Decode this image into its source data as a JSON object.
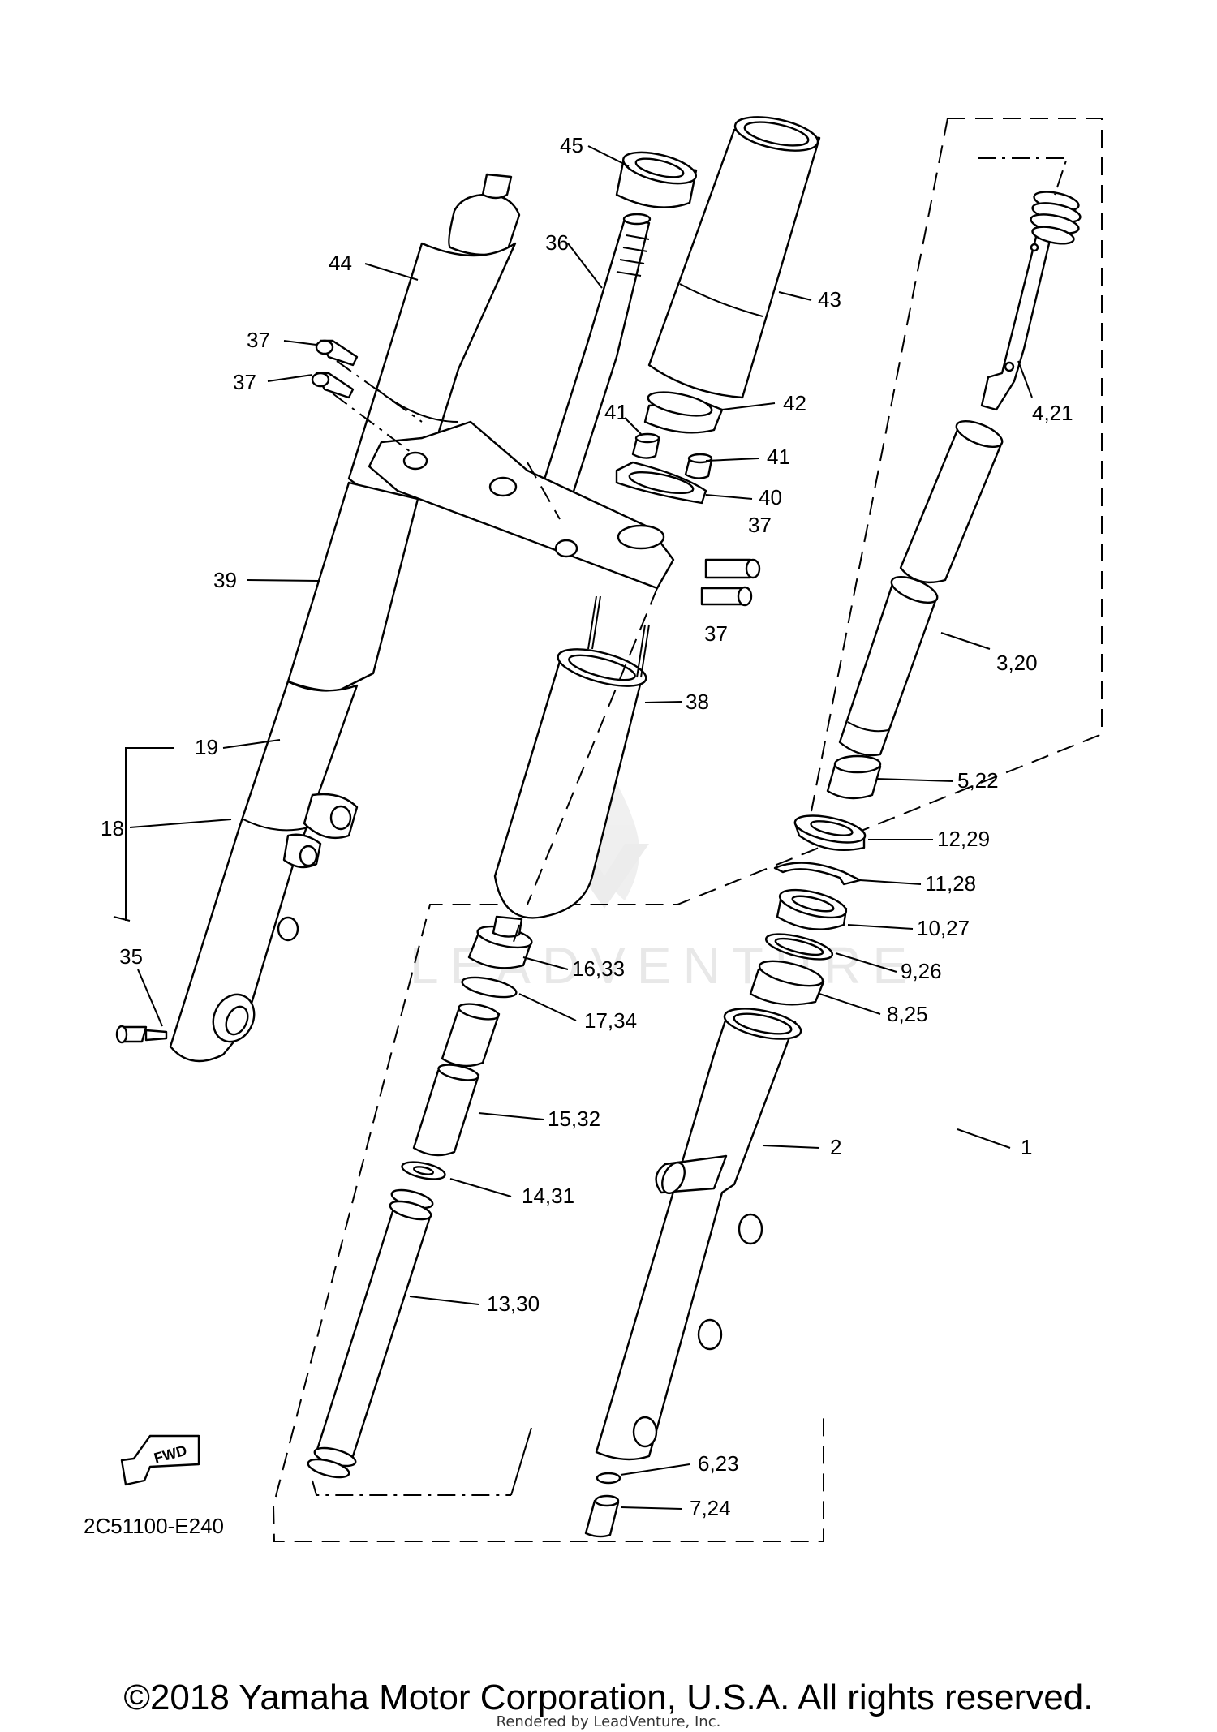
{
  "diagram": {
    "code": "2C51100-E240",
    "fwd_label": "FWD",
    "watermark": "LEADVENTURE",
    "callouts": [
      {
        "id": "c45",
        "text": "45"
      },
      {
        "id": "c44",
        "text": "44"
      },
      {
        "id": "c36",
        "text": "36"
      },
      {
        "id": "c43",
        "text": "43"
      },
      {
        "id": "c37a",
        "text": "37"
      },
      {
        "id": "c37b",
        "text": "37"
      },
      {
        "id": "c37c",
        "text": "37"
      },
      {
        "id": "c37d",
        "text": "37"
      },
      {
        "id": "c42",
        "text": "42"
      },
      {
        "id": "c41a",
        "text": "41"
      },
      {
        "id": "c41b",
        "text": "41"
      },
      {
        "id": "c40",
        "text": "40"
      },
      {
        "id": "c421",
        "text": "4,21"
      },
      {
        "id": "c39",
        "text": "39"
      },
      {
        "id": "c38",
        "text": "38"
      },
      {
        "id": "c320",
        "text": "3,20"
      },
      {
        "id": "c19",
        "text": "19"
      },
      {
        "id": "c18",
        "text": "18"
      },
      {
        "id": "c522",
        "text": "5,22"
      },
      {
        "id": "c1229",
        "text": "12,29"
      },
      {
        "id": "c1128",
        "text": "11,28"
      },
      {
        "id": "c1027",
        "text": "10,27"
      },
      {
        "id": "c35",
        "text": "35"
      },
      {
        "id": "c1633",
        "text": "16,33"
      },
      {
        "id": "c926",
        "text": "9,26"
      },
      {
        "id": "c1734",
        "text": "17,34"
      },
      {
        "id": "c825",
        "text": "8,25"
      },
      {
        "id": "c1532",
        "text": "15,32"
      },
      {
        "id": "c2",
        "text": "2"
      },
      {
        "id": "c1",
        "text": "1"
      },
      {
        "id": "c1431",
        "text": "14,31"
      },
      {
        "id": "c1330",
        "text": "13,30"
      },
      {
        "id": "c623",
        "text": "6,23"
      },
      {
        "id": "c724",
        "text": "7,24"
      }
    ]
  },
  "footer": {
    "copyright": "©2018 Yamaha Motor Corporation, U.S.A. All rights reserved.",
    "rendered_by": "Rendered by LeadVenture, Inc."
  }
}
